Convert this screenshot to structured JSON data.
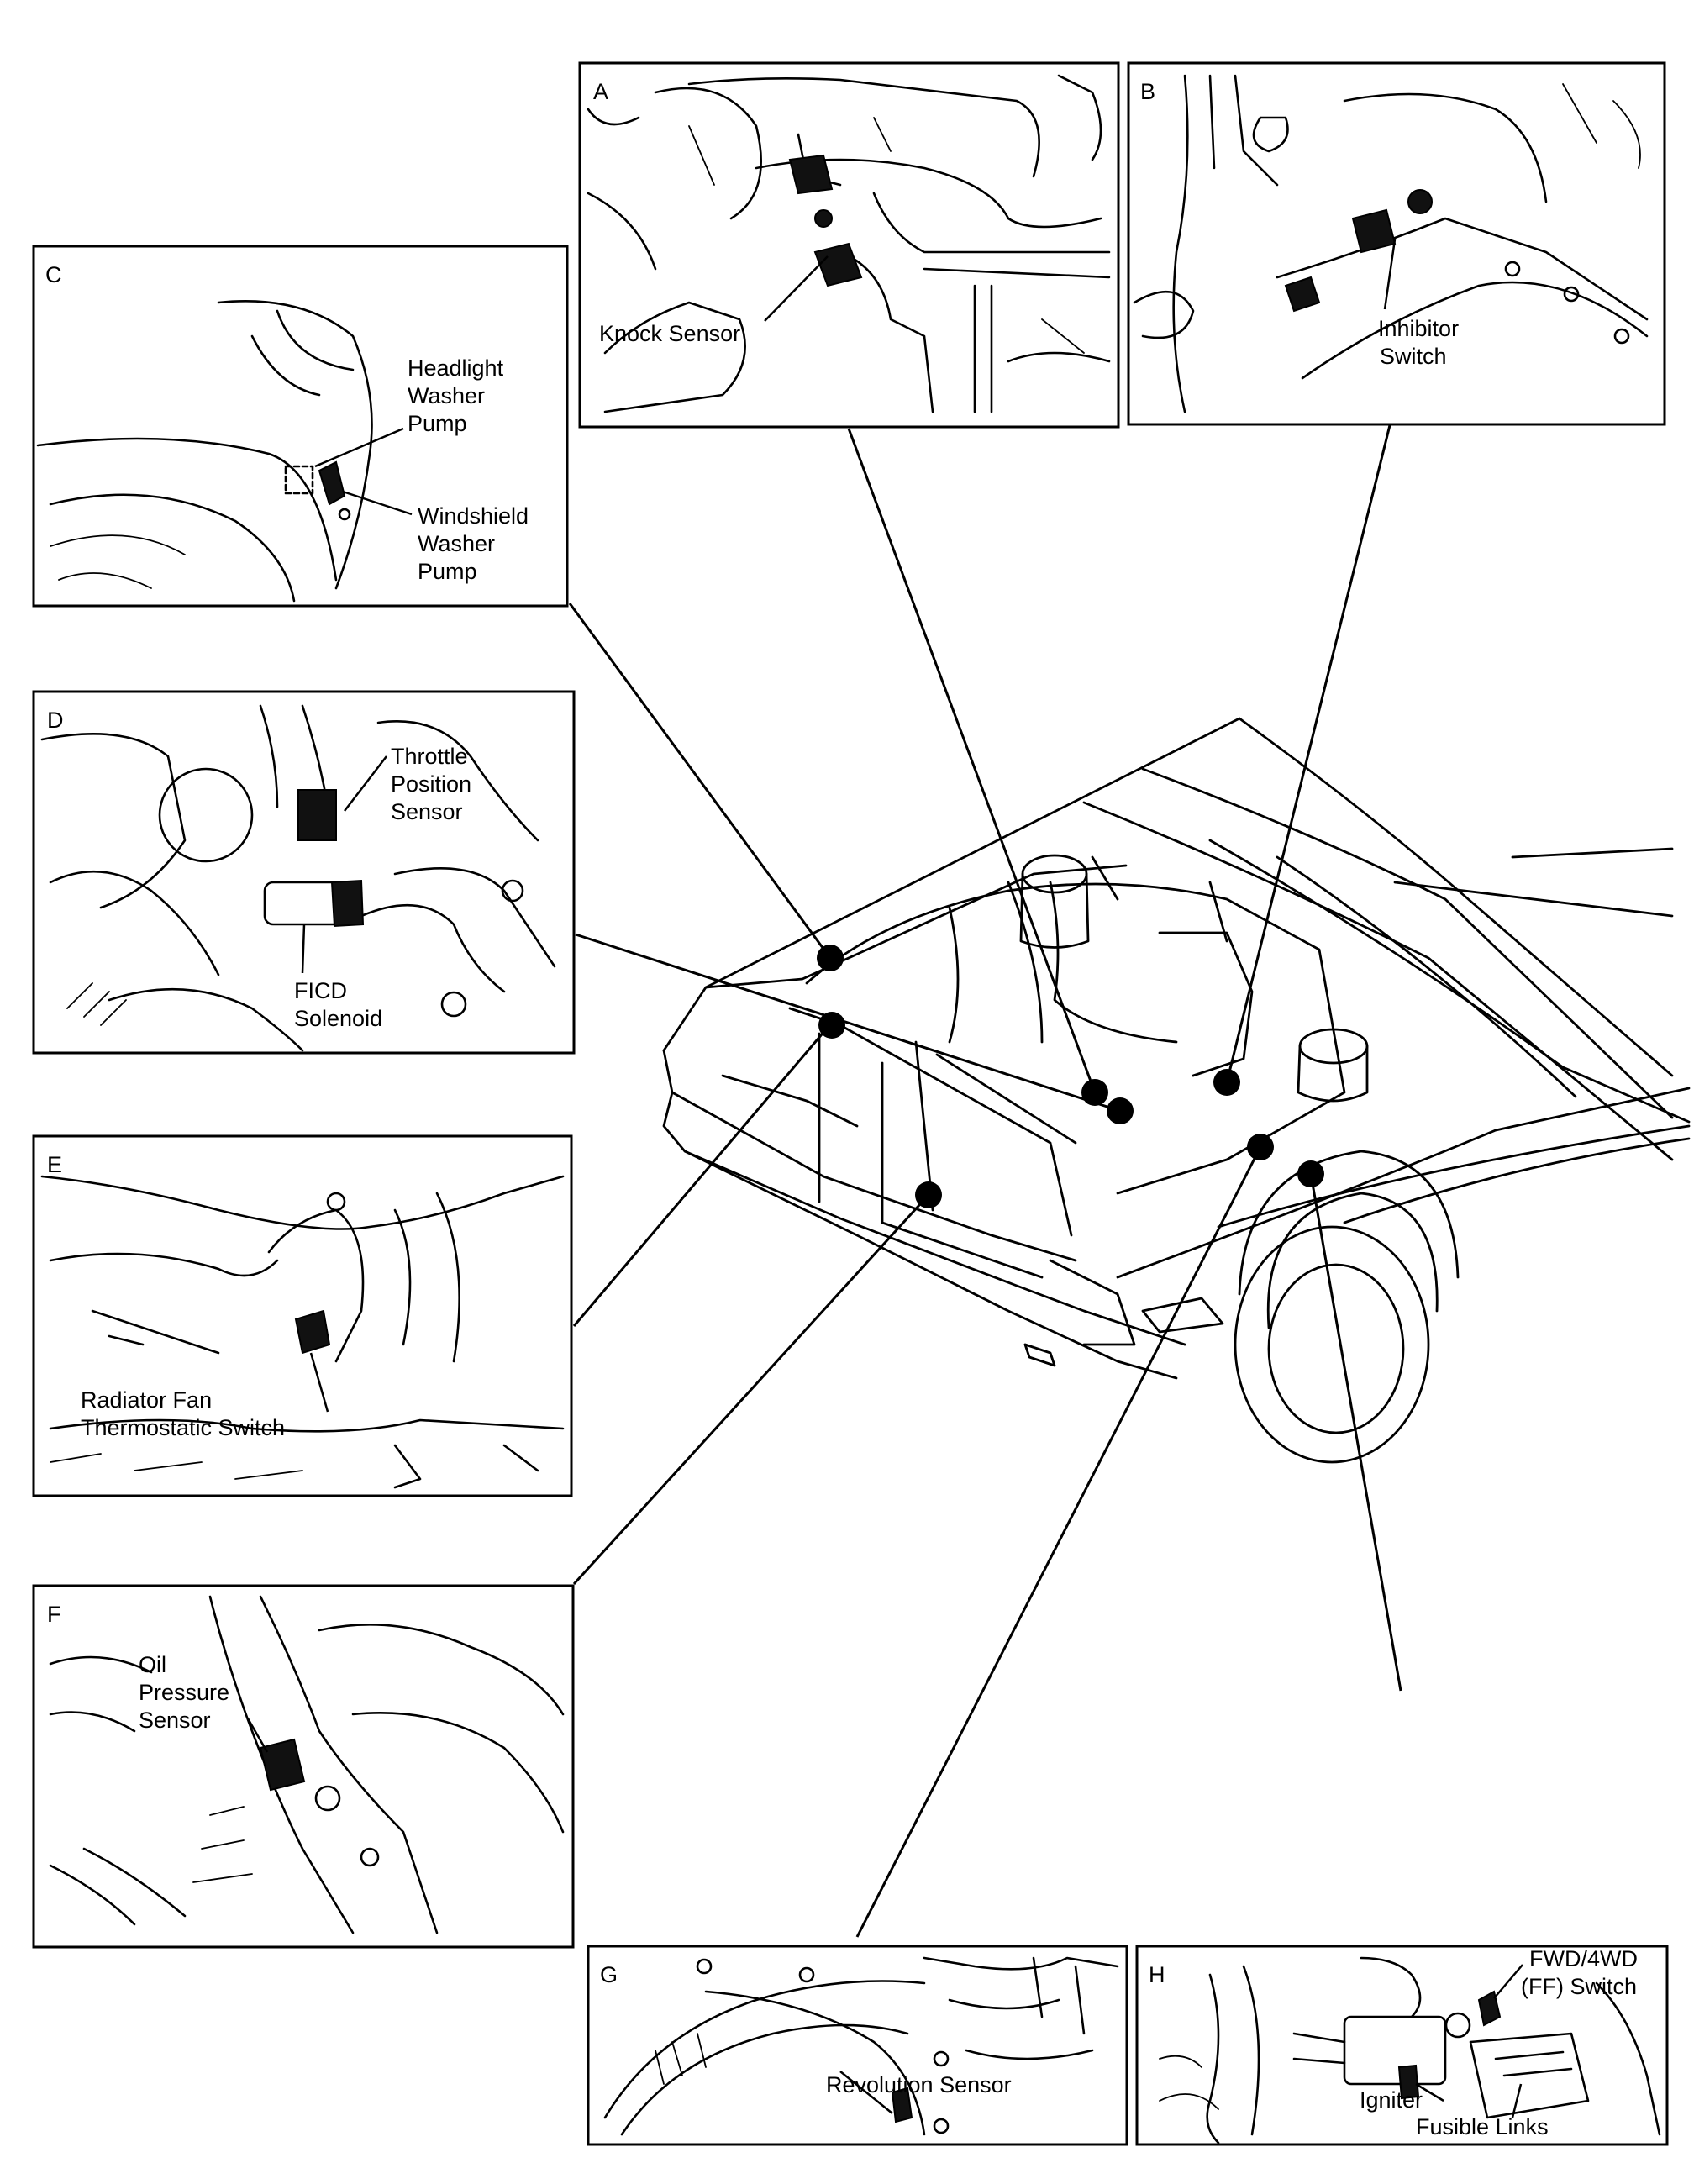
{
  "panels": [
    {
      "letter": "A",
      "labels": [
        "Knock Sensor"
      ]
    },
    {
      "letter": "B",
      "labels": [
        "Inhibitor",
        "Switch"
      ]
    },
    {
      "letter": "C",
      "labels": [
        "Headlight",
        "Washer",
        "Pump",
        "Windshield",
        "Washer",
        "Pump"
      ]
    },
    {
      "letter": "D",
      "labels": [
        "Throttle",
        "Position",
        "Sensor",
        "FICD",
        "Solenoid"
      ]
    },
    {
      "letter": "E",
      "labels": [
        "Radiator Fan",
        "Thermostatic Switch"
      ]
    },
    {
      "letter": "F",
      "labels": [
        "Oil",
        "Pressure",
        "Sensor"
      ]
    },
    {
      "letter": "G",
      "labels": [
        "Revolution Sensor"
      ]
    },
    {
      "letter": "H",
      "labels": [
        "FWD/4WD",
        "(FF) Switch",
        "Igniter",
        "Fusible Links"
      ]
    }
  ],
  "colors": {
    "ink": "#000000",
    "paper": "#ffffff"
  }
}
